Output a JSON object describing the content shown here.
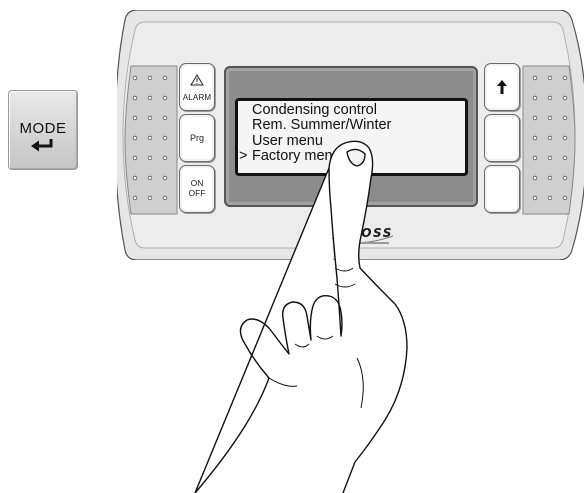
{
  "mode_key": {
    "label": "MODE",
    "icon": "enter-arrow-icon"
  },
  "terminal": {
    "left_buttons": [
      {
        "name": "alarm",
        "icon": "warning-triangle-icon",
        "label": "ALARM"
      },
      {
        "name": "prg",
        "label": "Prg"
      },
      {
        "name": "on-off",
        "label_line1": "ON",
        "label_line2": "OFF"
      }
    ],
    "right_buttons": [
      {
        "name": "up",
        "icon": "up-arrow-icon"
      },
      {
        "name": "enter"
      },
      {
        "name": "down"
      }
    ],
    "display": {
      "menu_items": [
        "Condensing control",
        "Rem. Summer/Winter",
        "User menu",
        "Factory menu"
      ],
      "cursor": ">",
      "selected_index": 3
    },
    "logo": {
      "text": "RHOSS"
    }
  }
}
